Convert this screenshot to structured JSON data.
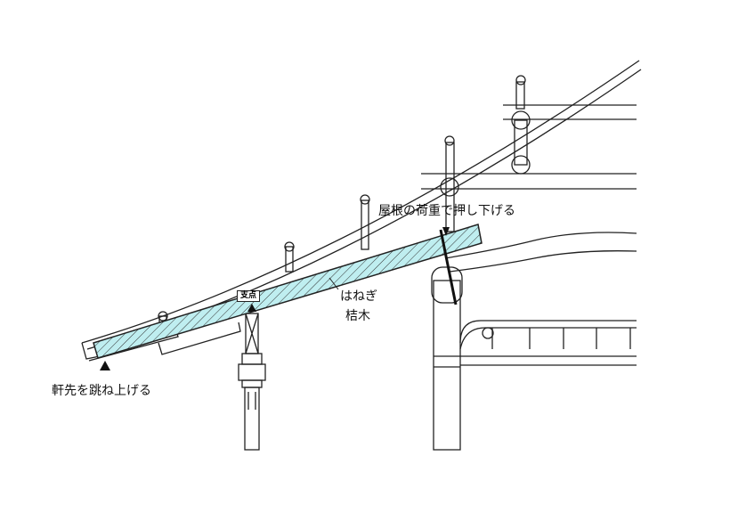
{
  "labels": {
    "roof_load": "屋根の荷重で押し下げる",
    "hanegi_kana": "はねぎ",
    "hanegi_kanji": "桔木",
    "fulcrum": "支点",
    "eaves_lift": "軒先を跳ね上げる"
  },
  "colors": {
    "hanegi_fill": "#bfeef0",
    "line": "#222222"
  }
}
